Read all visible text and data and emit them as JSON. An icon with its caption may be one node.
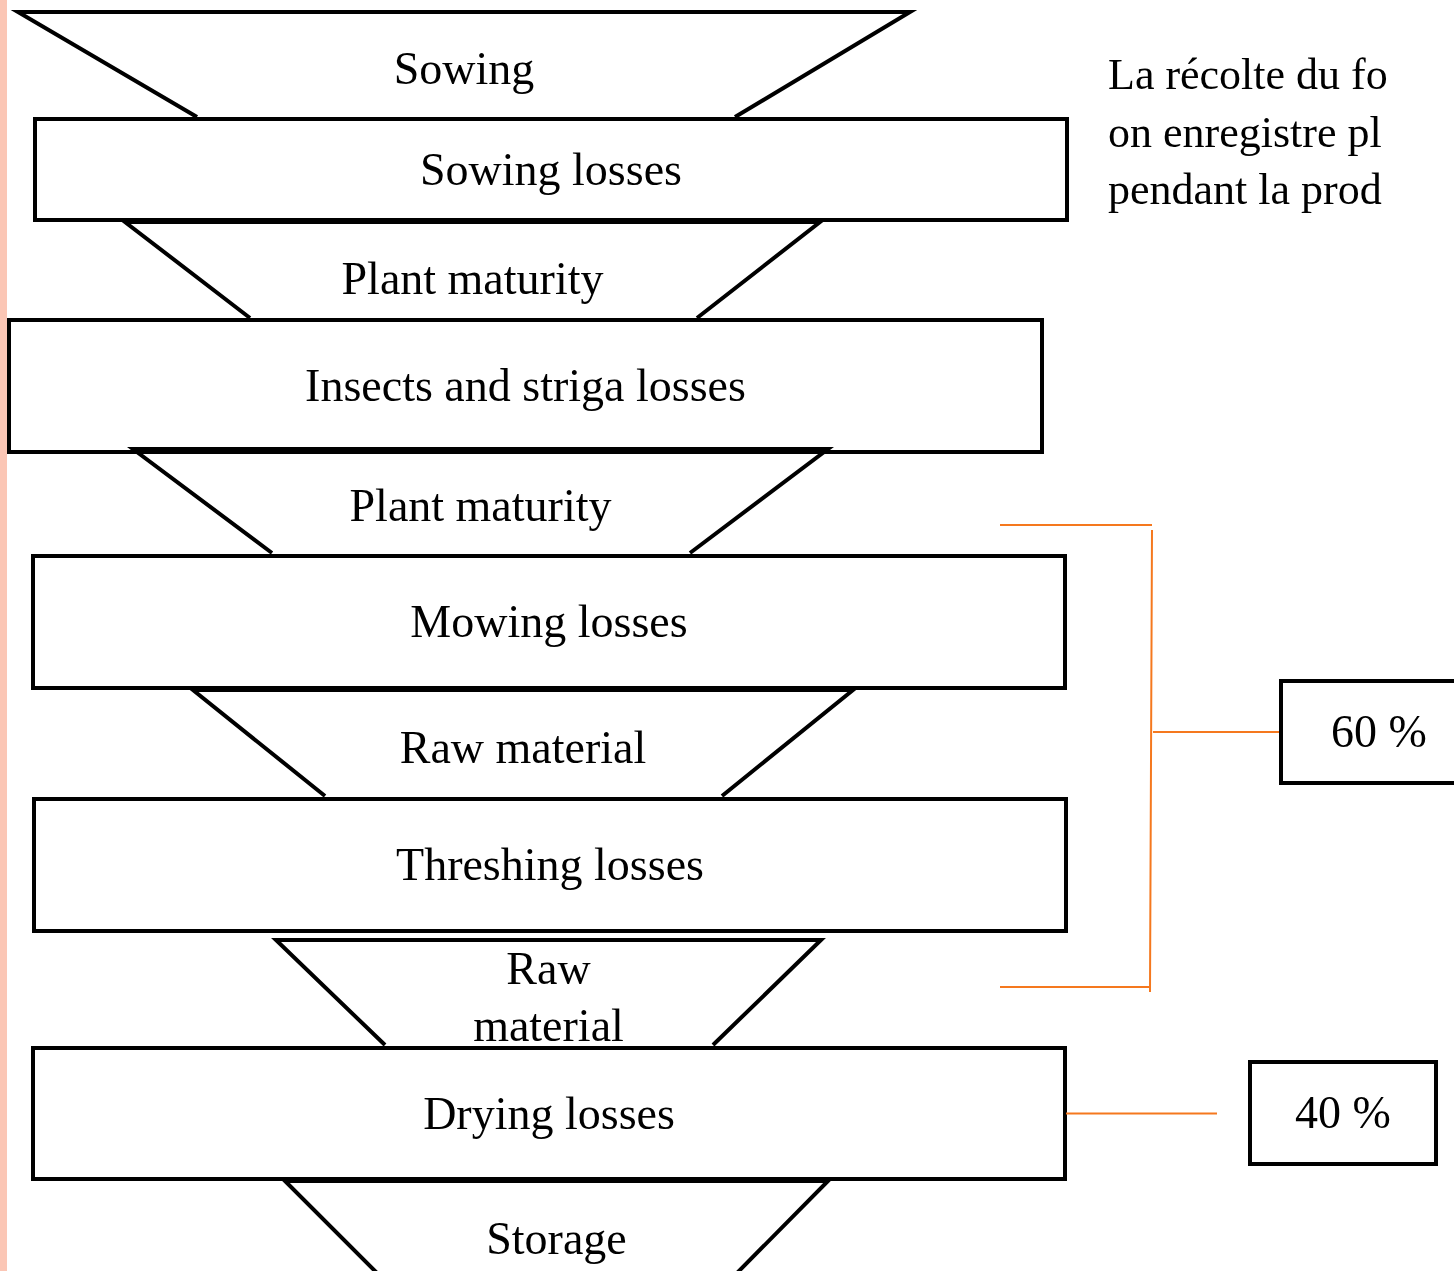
{
  "diagram": {
    "nodes": [
      {
        "text": [
          "Sowing"
        ]
      },
      {
        "text": [
          "Sowing losses"
        ]
      },
      {
        "text": [
          "Plant maturity"
        ]
      },
      {
        "text": [
          "Insects and striga losses"
        ]
      },
      {
        "text": [
          "Plant maturity"
        ]
      },
      {
        "text": [
          "Mowing losses"
        ]
      },
      {
        "text": [
          "Raw material"
        ]
      },
      {
        "text": [
          "Threshing losses"
        ]
      },
      {
        "text": [
          "Raw material"
        ]
      },
      {
        "text": [
          "Drying losses"
        ]
      },
      {
        "text": [
          "Storage"
        ]
      },
      {
        "text": [],
        "shape": "bracket"
      },
      {
        "text": [
          "60 %"
        ]
      },
      {
        "text": [
          "40 %"
        ]
      }
    ],
    "edges": [
      {
        "from": 11,
        "to": 12,
        "arrow": "none",
        "color": "#f5781e"
      },
      {
        "from": 9,
        "to": null,
        "arrow": "none",
        "color": "#f5781e"
      }
    ],
    "labels": [
      "La récolte du fo",
      "on enregistre pl",
      "pendant la prod"
    ]
  }
}
